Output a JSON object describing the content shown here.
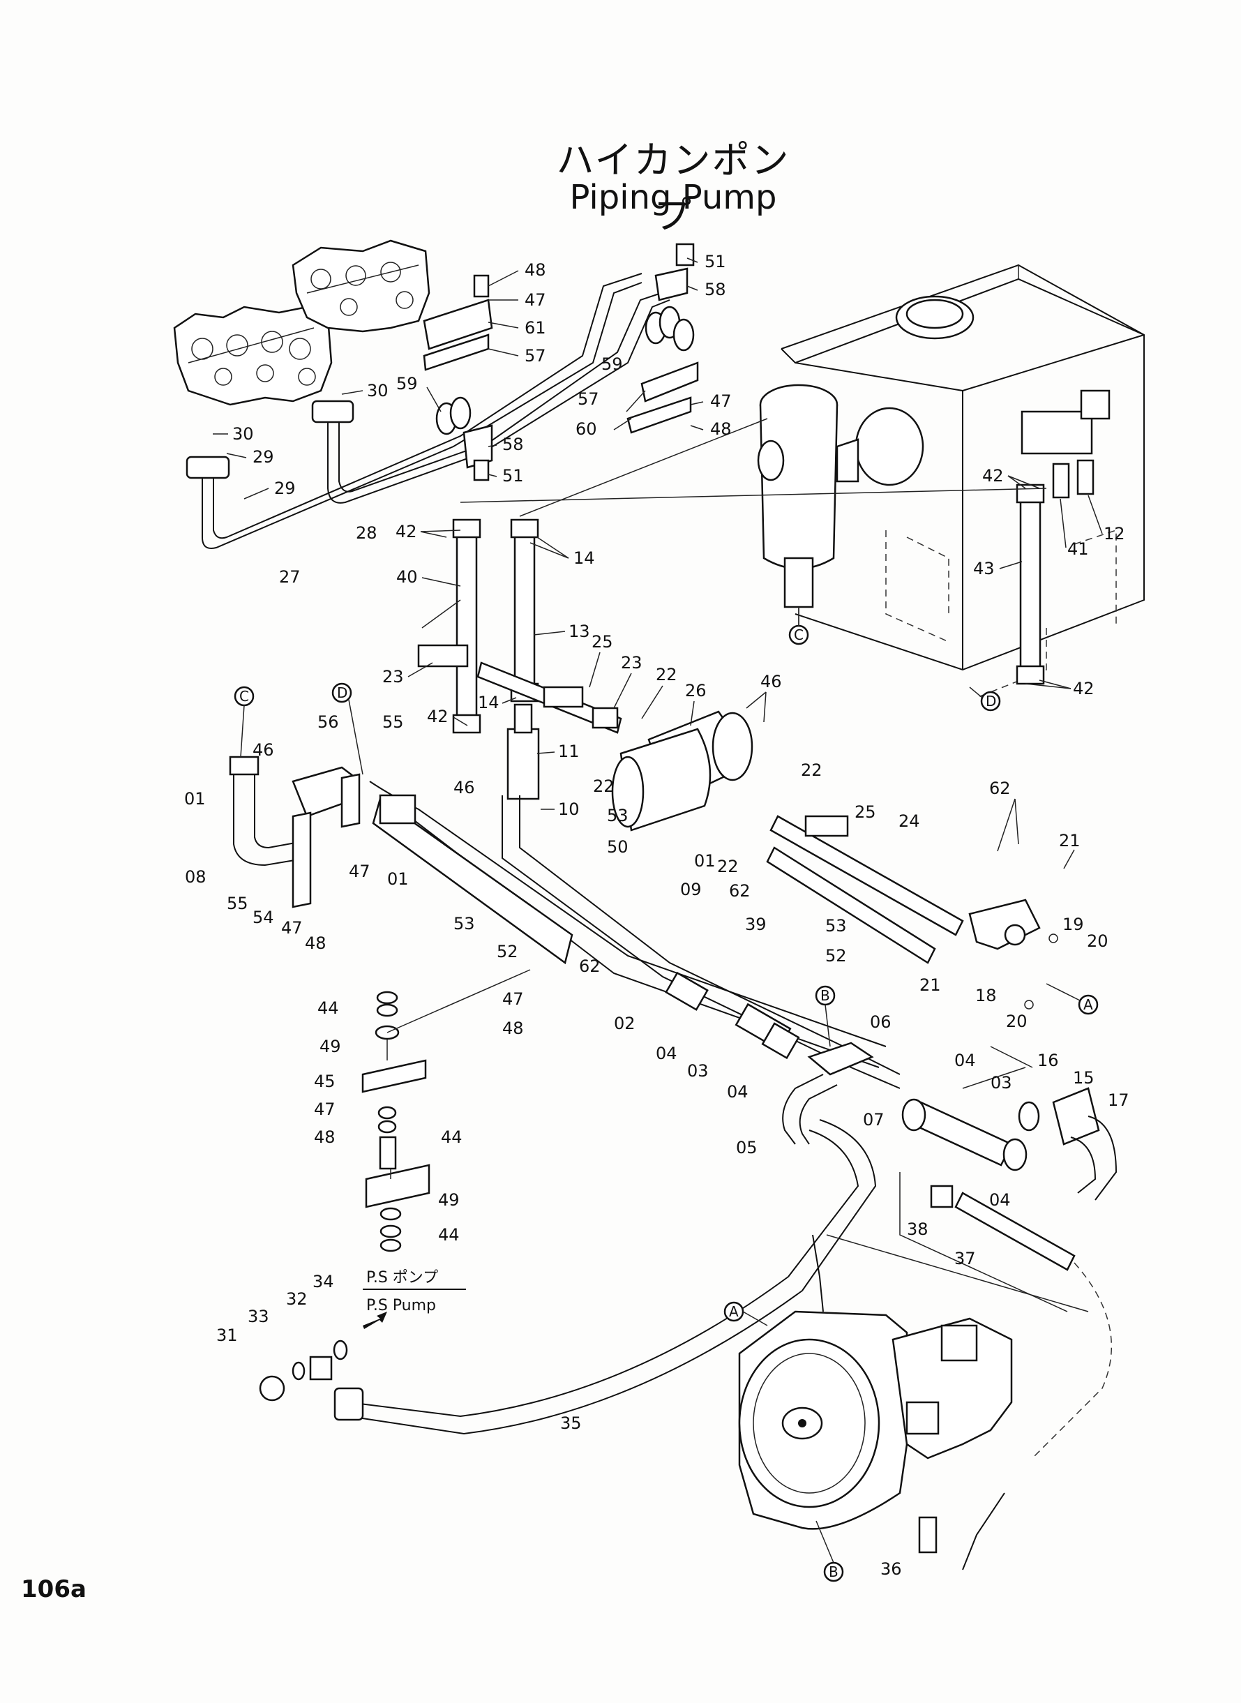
{
  "title": {
    "jp": "ハイカンポンプ",
    "en": "Piping Pump"
  },
  "page_number": "106a",
  "note": {
    "jp": "P.S ポンプ",
    "en": "P.S Pump"
  },
  "callouts": {
    "c51a": "51",
    "c58a": "58",
    "c48a": "48",
    "c47a": "47",
    "c61": "61",
    "c57a": "57",
    "c59a": "59",
    "c57b": "57",
    "c47b": "47",
    "c60": "60",
    "c48b": "48",
    "c30a": "30",
    "c30b": "30",
    "c59b": "59",
    "c29a": "29",
    "c29b": "29",
    "c58b": "58",
    "c51b": "51",
    "c28": "28",
    "c27": "27",
    "c42a": "42",
    "c14a": "14",
    "c40": "40",
    "c13": "13",
    "c42b": "42",
    "c41": "41",
    "c12": "12",
    "c43": "43",
    "c42c": "42",
    "c25a": "25",
    "c23a": "23",
    "c23b": "23",
    "c22a": "22",
    "c26": "26",
    "c46a": "46",
    "c14b": "14",
    "c42d": "42",
    "c11": "11",
    "c22b": "22",
    "c10": "10",
    "c53a": "53",
    "c50": "50",
    "c22c": "22",
    "c25b": "25",
    "c24": "24",
    "c62a": "62",
    "c21a": "21",
    "c22d": "22",
    "c01a": "01",
    "c46b": "46",
    "c56": "56",
    "c55a": "55",
    "c46c": "46",
    "c08": "08",
    "c55b": "55",
    "c54": "54",
    "c47c": "47",
    "c01b": "01",
    "c01c": "01",
    "c09": "09",
    "c47d": "47",
    "c48c": "48",
    "c53b": "53",
    "c52a": "52",
    "c62b": "62",
    "c62c": "62",
    "c39": "39",
    "c53c": "53",
    "c52b": "52",
    "c19": "19",
    "c20a": "20",
    "c21b": "21",
    "c18": "18",
    "c20b": "20",
    "c44a": "44",
    "c49a": "49",
    "c47e": "47",
    "c48d": "48",
    "c02": "02",
    "c04a": "04",
    "c03a": "03",
    "c04b": "04",
    "c06": "06",
    "c45": "45",
    "c47f": "47",
    "c48e": "48",
    "c44b": "44",
    "c49b": "49",
    "c44c": "44",
    "c05": "05",
    "c07": "07",
    "c04c": "04",
    "c03b": "03",
    "c16": "16",
    "c15": "15",
    "c17": "17",
    "c04d": "04",
    "c38": "38",
    "c37": "37",
    "c34": "34",
    "c32": "32",
    "c33": "33",
    "c31": "31",
    "c35": "35",
    "c36": "36"
  },
  "refs": {
    "C_top": "C",
    "D_top": "D",
    "C_left": "C",
    "D_left": "D",
    "A_right": "A",
    "B_mid": "B",
    "A_pump": "A",
    "B_pump": "B"
  }
}
